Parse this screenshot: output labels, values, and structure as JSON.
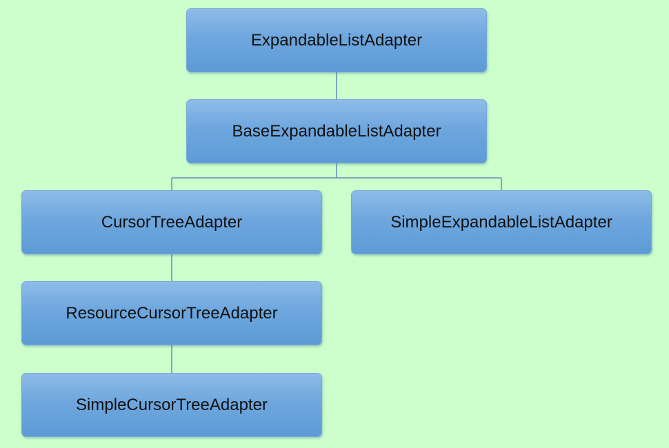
{
  "diagram": {
    "nodes": [
      {
        "id": "expandable-list-adapter",
        "label": "ExpandableListAdapter"
      },
      {
        "id": "base-expandable-list-adapter",
        "label": "BaseExpandableListAdapter"
      },
      {
        "id": "cursor-tree-adapter",
        "label": "CursorTreeAdapter"
      },
      {
        "id": "simple-expandable-list-adapter",
        "label": "SimpleExpandableListAdapter"
      },
      {
        "id": "resource-cursor-tree-adapter",
        "label": "ResourceCursorTreeAdapter"
      },
      {
        "id": "simple-cursor-tree-adapter",
        "label": "SimpleCursorTreeAdapter"
      }
    ],
    "edges": [
      {
        "from": "expandable-list-adapter",
        "to": "base-expandable-list-adapter"
      },
      {
        "from": "base-expandable-list-adapter",
        "to": "cursor-tree-adapter"
      },
      {
        "from": "base-expandable-list-adapter",
        "to": "simple-expandable-list-adapter"
      },
      {
        "from": "cursor-tree-adapter",
        "to": "resource-cursor-tree-adapter"
      },
      {
        "from": "resource-cursor-tree-adapter",
        "to": "simple-cursor-tree-adapter"
      }
    ],
    "colors": {
      "background": "#ccffcc",
      "node_fill": "#6ea7de",
      "connector": "#5f8fb8"
    }
  }
}
